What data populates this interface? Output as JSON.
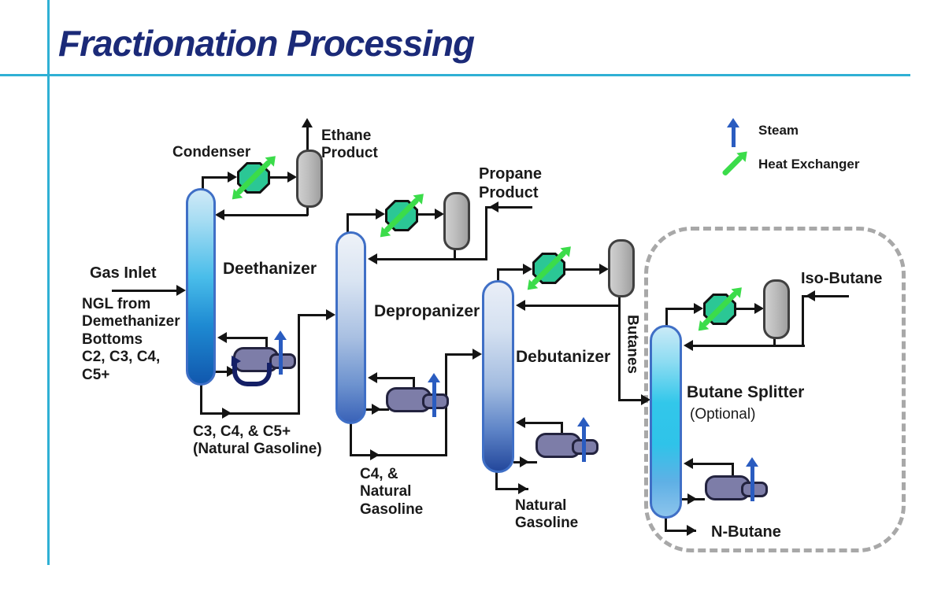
{
  "title": "Fractionation Processing",
  "legend": {
    "steam_label": "Steam",
    "heat_exchanger_label": "Heat Exchanger"
  },
  "columns": {
    "deethanizer": {
      "name": "Deethanizer",
      "condenser_label": "Condenser",
      "feed_title": "Gas Inlet",
      "feed_desc": "NGL from\nDemethanizer\nBottoms\nC2, C3, C4,\nC5+",
      "overhead_product": "Ethane\nProduct",
      "bottoms": "C3, C4, & C5+\n(Natural Gasoline)"
    },
    "depropanizer": {
      "name": "Depropanizer",
      "overhead_product": "Propane\nProduct",
      "bottoms": "C4, &\nNatural\nGasoline"
    },
    "debutanizer": {
      "name": "Debutanizer",
      "overhead_product": "Butanes",
      "bottoms": "Natural\nGasoline"
    },
    "butane_splitter": {
      "name": "Butane Splitter",
      "note": "(Optional)",
      "overhead_product": "Iso-Butane",
      "bottoms": "N-Butane"
    }
  },
  "colors": {
    "pipe": "#141414",
    "title_navy": "#1b2a78",
    "teal_rule": "#2fb0d4",
    "column_border": "#3f6fc6",
    "octagon_green": "#2bc795",
    "hx_arrow_green": "#3bdc4a",
    "steam_blue": "#2a5cc0",
    "vessel_gray": "#bdbdbd",
    "reboiler_purple": "#7d7da8",
    "dashed_border_gray": "#a8a8a8"
  }
}
